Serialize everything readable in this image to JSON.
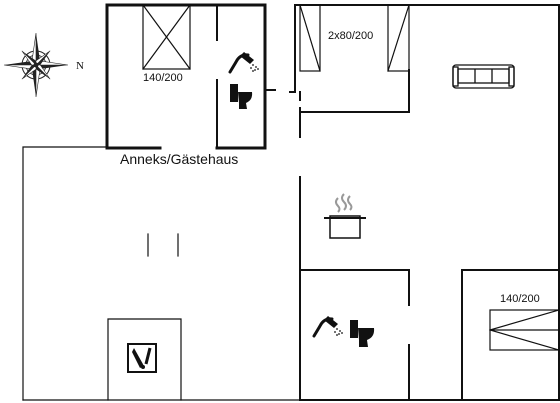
{
  "compass": {
    "north_label": "N",
    "icon": "compass-rose-icon"
  },
  "rooms": {
    "annex_bedroom_bed": "140/200",
    "main_bedroom_beds": "2x80/200",
    "annex_label": "Anneks/Gästehaus",
    "bottom_bedroom_bed": "140/200"
  },
  "icons": [
    "compass-rose-icon",
    "shower-icon",
    "toilet-icon",
    "sofa-icon",
    "cooking-pot-icon",
    "fireplace-icon"
  ],
  "colors": {
    "wall": "#111111",
    "background": "#ffffff"
  }
}
